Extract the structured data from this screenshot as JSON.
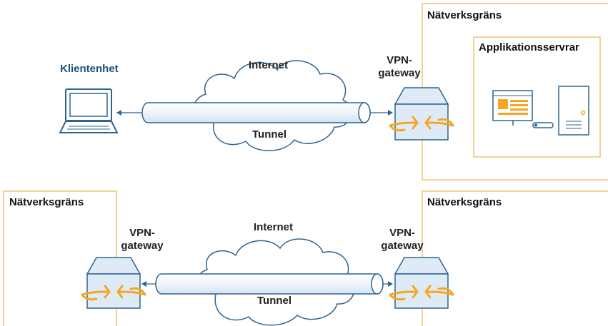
{
  "diagram": {
    "colors": {
      "boundary_border": "#f0c070",
      "cloud_stroke": "#2d6490",
      "device_fill": "#deebf7",
      "device_stroke": "#2d6490",
      "arrow_accent": "#f5a623",
      "text_dark": "#1f1f1f",
      "text_blue": "#1e4f7a"
    },
    "top": {
      "client_label": "Klientenhet",
      "internet_label": "Internet",
      "tunnel_label": "Tunnel",
      "vpn_gateway_line1": "VPN-",
      "vpn_gateway_line2": "gateway",
      "boundary_label": "Nätverksgräns",
      "app_servers_label": "Applikationsservrar"
    },
    "bottom": {
      "left_boundary_label": "Nätverksgräns",
      "right_boundary_label": "Nätverksgräns",
      "left_vpn_line1": "VPN-",
      "left_vpn_line2": "gateway",
      "right_vpn_line1": "VPN-",
      "right_vpn_line2": "gateway",
      "internet_label": "Internet",
      "tunnel_label": "Tunnel"
    },
    "icons": {
      "client": "laptop-icon",
      "gateway": "vpn-gateway-icon",
      "app_server_window": "application-window-icon",
      "server_tower": "server-tower-icon",
      "cloud": "cloud-icon",
      "tunnel": "tunnel-pipe-icon"
    }
  }
}
